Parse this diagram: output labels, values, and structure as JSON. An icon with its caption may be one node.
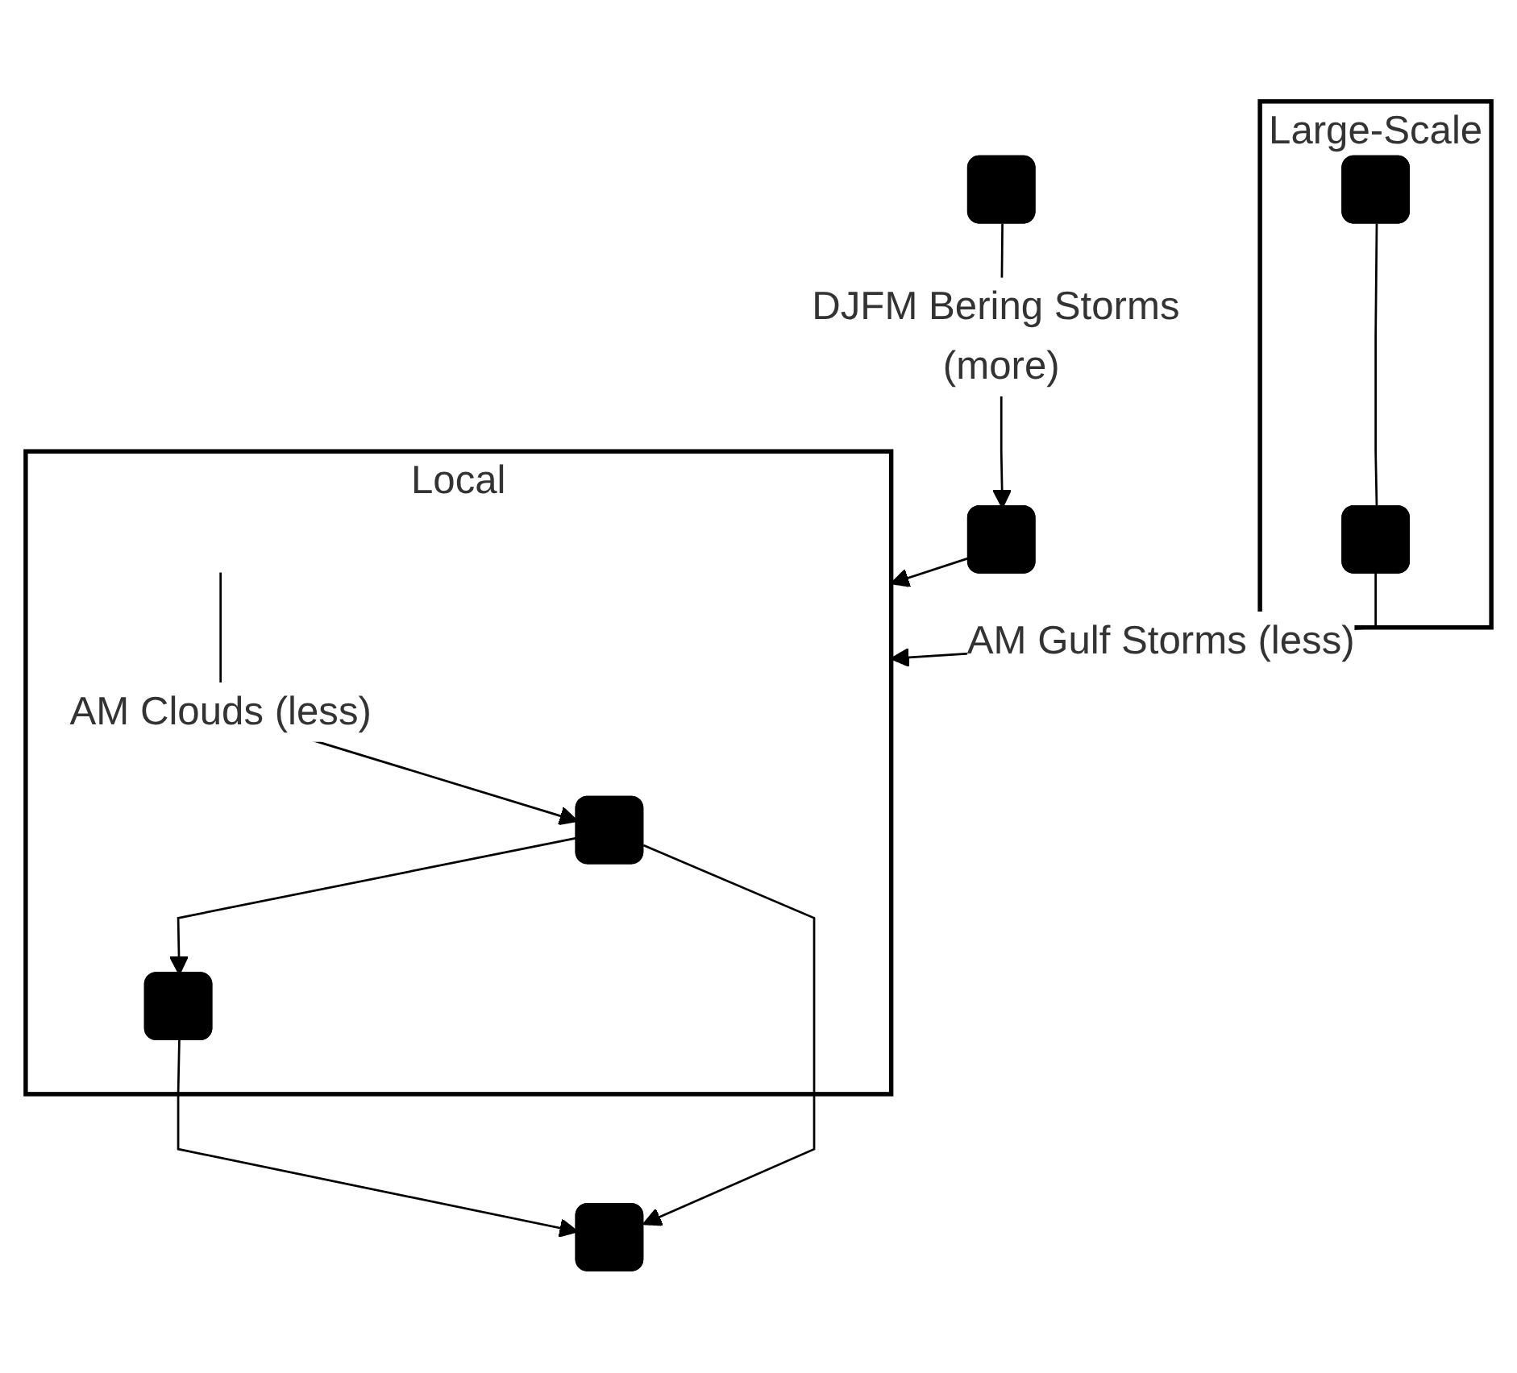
{
  "diagram": {
    "nodes": [
      {
        "text": [
          "Large-Scale"
        ]
      },
      {
        "text": [],
        "shape": "box",
        "in": 0
      },
      {
        "text": [],
        "shape": "box",
        "in": 0
      },
      {
        "text": [],
        "shape": "box"
      },
      {
        "text": [],
        "shape": "box"
      },
      {
        "text": [
          "Local"
        ]
      },
      {
        "text": [],
        "shape": "box",
        "in": 5
      },
      {
        "text": [],
        "shape": "box",
        "in": 5
      },
      {
        "text": [],
        "shape": "box"
      }
    ],
    "edges": [
      {
        "from": 1,
        "to": 2,
        "arrow": "none"
      },
      {
        "from": 2,
        "to": 5,
        "arrow": "to",
        "label": "AM Gulf Storms (less)"
      },
      {
        "from": 3,
        "to": 4,
        "arrow": "to",
        "label": "DJFM Bering Storms (more)"
      },
      {
        "from": null,
        "to": 6,
        "arrow": "to",
        "label": "AM Clouds (less)"
      },
      {
        "from": 4,
        "to": 5,
        "arrow": "to"
      },
      {
        "from": 6,
        "to": 7,
        "arrow": "to"
      },
      {
        "from": 7,
        "to": 8,
        "arrow": "to"
      },
      {
        "from": 6,
        "to": 8,
        "arrow": "to"
      }
    ]
  }
}
